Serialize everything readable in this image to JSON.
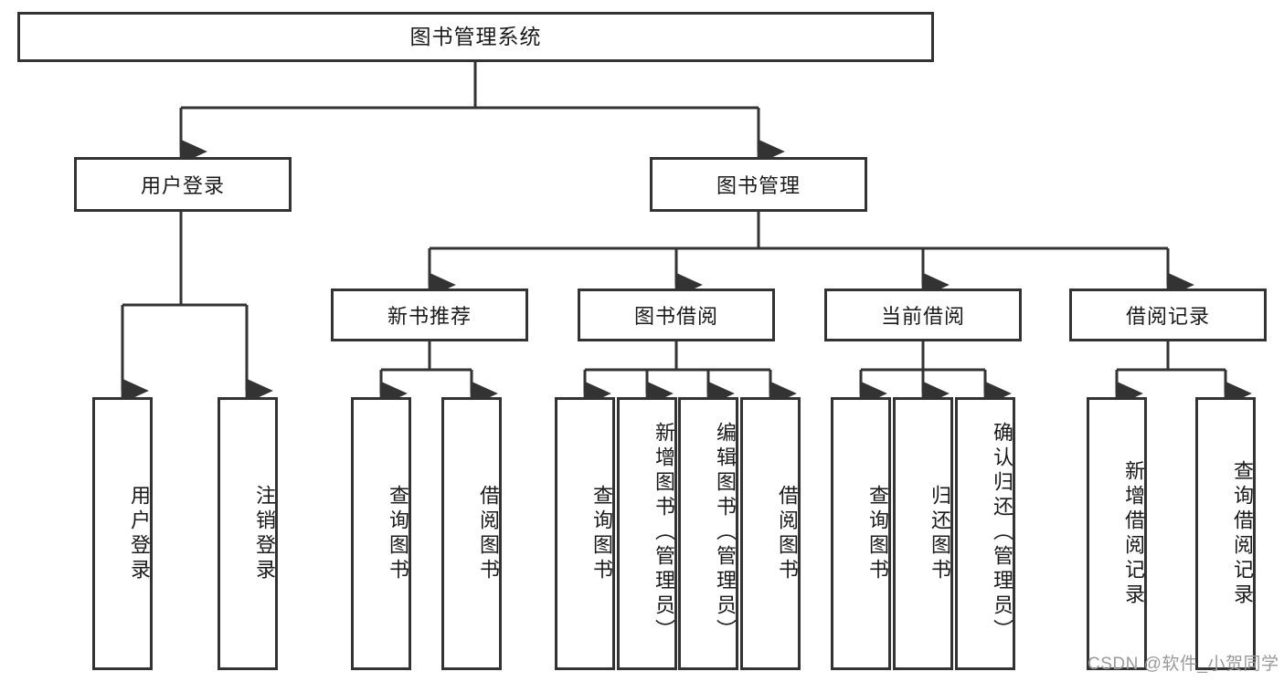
{
  "diagram": {
    "title": "图书管理系统",
    "type": "tree-hierarchy",
    "watermark": "CSDN @软件_小贺同学",
    "colors": {
      "border": "#333333",
      "background": "#ffffff",
      "text": "#1a1a1a",
      "watermark": "#9a9a9a"
    },
    "root": {
      "label": "图书管理系统"
    },
    "level2": [
      {
        "label": "用户登录"
      },
      {
        "label": "图书管理"
      }
    ],
    "level3": [
      {
        "label": "新书推荐"
      },
      {
        "label": "图书借阅"
      },
      {
        "label": "当前借阅"
      },
      {
        "label": "借阅记录"
      }
    ],
    "leaves": {
      "user_login": [
        {
          "label": "用户登录"
        },
        {
          "label": "注销登录"
        }
      ],
      "new_books": [
        {
          "label": "查询图书"
        },
        {
          "label": "借阅图书"
        }
      ],
      "book_borrow": [
        {
          "label": "查询图书"
        },
        {
          "label": "新增图书（管理员）"
        },
        {
          "label": "编辑图书（管理员）"
        },
        {
          "label": "借阅图书"
        }
      ],
      "current_borrow": [
        {
          "label": "查询图书"
        },
        {
          "label": "归还图书"
        },
        {
          "label": "确认归还（管理员）"
        }
      ],
      "borrow_records": [
        {
          "label": "新增借阅记录"
        },
        {
          "label": "查询借阅记录"
        }
      ]
    }
  }
}
